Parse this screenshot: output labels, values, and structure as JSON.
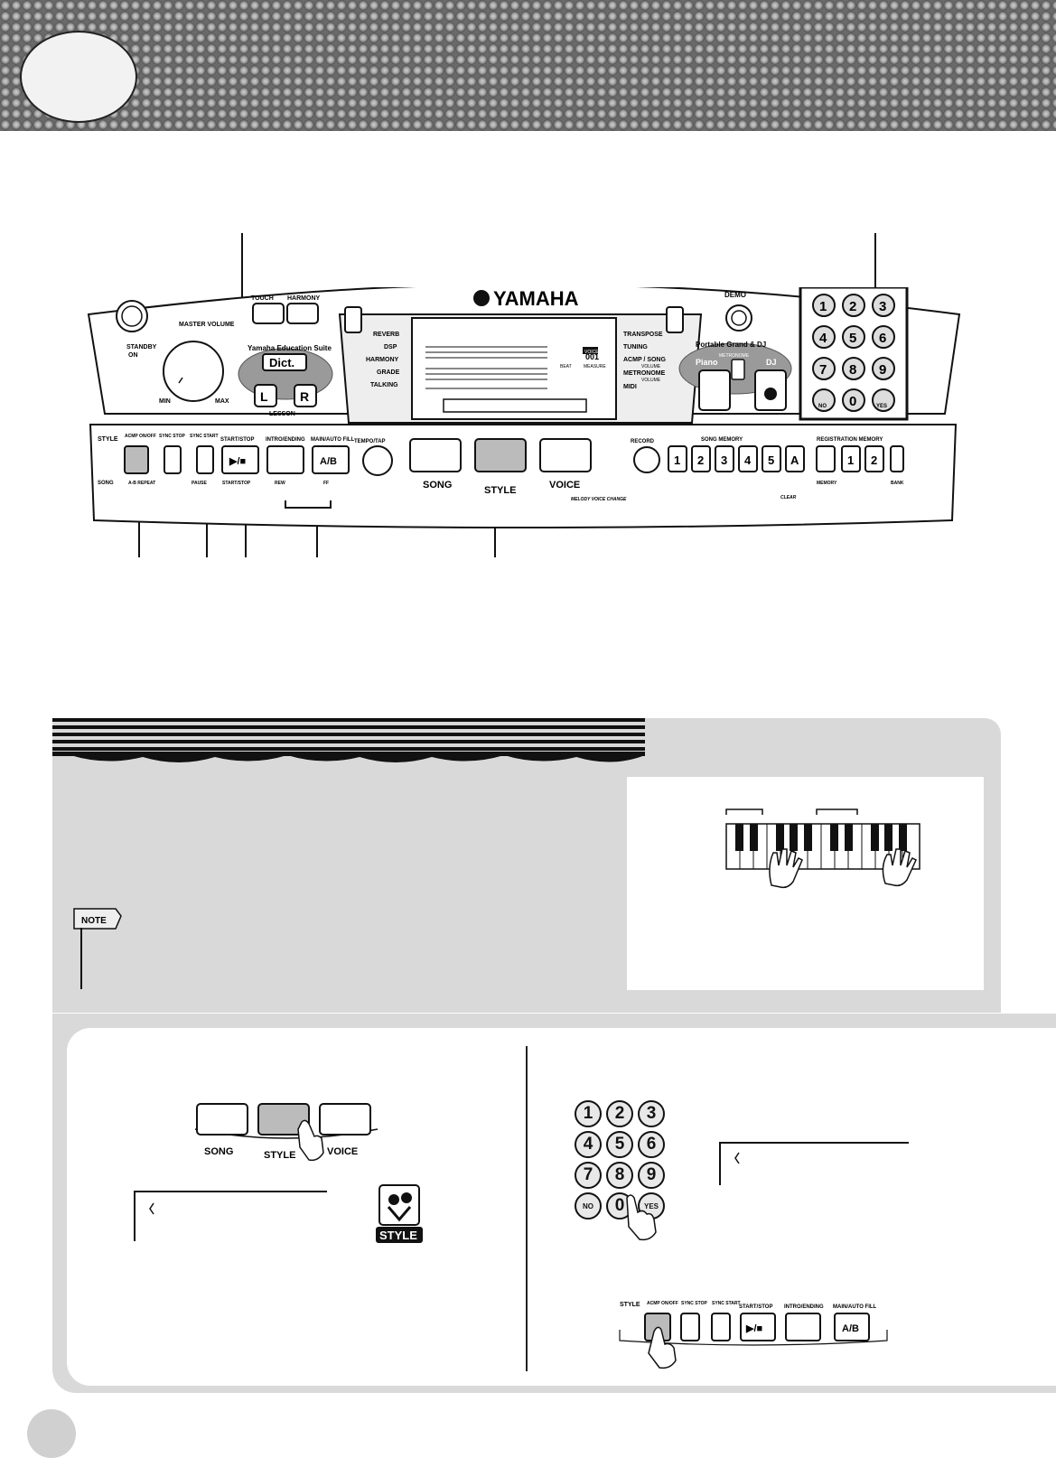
{
  "panel": {
    "brand": "YAMAHA",
    "standby": "STANDBY",
    "on": "ON",
    "master_volume": "MASTER VOLUME",
    "min": "MIN",
    "max": "MAX",
    "touch": "TOUCH",
    "harmony": "HARMONY",
    "education_suite": "Yamaha Education Suite",
    "dict": "Dict.",
    "lesson_l": "L",
    "lesson_r": "R",
    "lesson": "LESSON",
    "display_left_menu": [
      "REVERB",
      "DSP",
      "HARMONY",
      "GRADE",
      "TALKING"
    ],
    "display_right_menu": [
      "TRANSPOSE",
      "TUNING",
      "ACMP / SONG",
      "METRONOME",
      "MIDI"
    ],
    "volume_small": "VOLUME",
    "demo": "DEMO",
    "portable_grand": "Portable Grand & DJ",
    "metronome": "METRONOME",
    "piano": "Piano",
    "dj": "DJ",
    "numeric_keys": [
      "1",
      "2",
      "3",
      "4",
      "5",
      "6",
      "7",
      "8",
      "9",
      "0"
    ],
    "no": "NO",
    "yes": "YES",
    "style": "STYLE",
    "acmp": "ACMP ON/OFF",
    "sync_stop": "SYNC STOP",
    "sync_start": "SYNC START",
    "start_stop": "START/STOP",
    "intro_ending": "INTRO/ENDING",
    "main_auto_fill": "MAIN/AUTO FILL",
    "ab": "A/B",
    "tempo_tap": "TEMPO/TAP",
    "song_label": "SONG",
    "ab_repeat": "A-B REPEAT",
    "pause": "PAUSE",
    "start_stop_lower": "START/STOP",
    "rew": "REW",
    "ff": "FF",
    "mode_song": "SONG",
    "mode_style": "STYLE",
    "mode_voice": "VOICE",
    "melody_voice_change": "MELODY VOICE CHANGE",
    "record": "RECORD",
    "song_memory": "SONG MEMORY",
    "song_memory_keys": [
      "1",
      "2",
      "3",
      "4",
      "5",
      "A"
    ],
    "clear": "CLEAR",
    "registration_memory": "REGISTRATION MEMORY",
    "reg_keys": [
      "1",
      "2"
    ],
    "memory": "MEMORY",
    "bank": "BANK",
    "lcd_beat": "BEAT",
    "lcd_measure": "MEASURE",
    "lcd_voice": "VOICE",
    "lcd_measure_value": "001"
  },
  "note_tag": "NOTE",
  "bottom": {
    "mode_song": "SONG",
    "mode_style": "STYLE",
    "mode_voice": "VOICE",
    "style_icon_label": "STYLE",
    "numeric_keys": [
      "1",
      "2",
      "3",
      "4",
      "5",
      "6",
      "7",
      "8",
      "9",
      "0"
    ],
    "no": "NO",
    "yes": "YES",
    "style": "STYLE",
    "acmp": "ACMP ON/OFF",
    "sync_stop": "SYNC STOP",
    "sync_start": "SYNC START",
    "start_stop": "START/STOP",
    "intro_ending": "INTRO/ENDING",
    "main_auto_fill": "MAIN/AUTO FILL",
    "ab": "A/B"
  }
}
